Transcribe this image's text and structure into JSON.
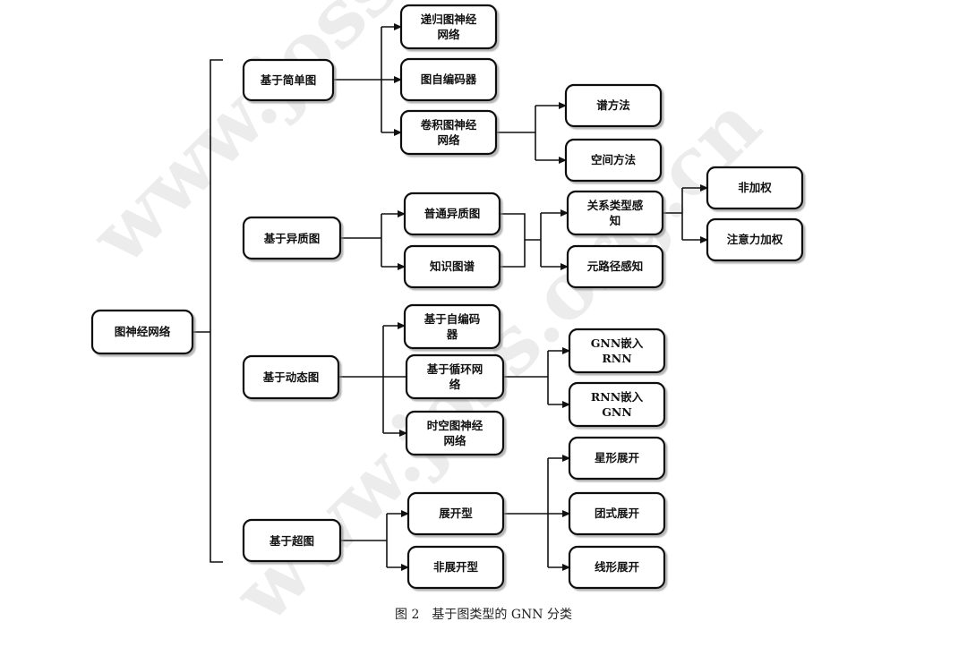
{
  "watermark": "www.joss.org.cn",
  "caption": "图 2　基于图类型的 GNN 分类",
  "nodes": {
    "root": "图神经网络",
    "simple": "基于简单图",
    "heterogeneous": "基于异质图",
    "dynamic": "基于动态图",
    "hyper": "基于超图",
    "recursive_gnn": [
      "递归图神经",
      "网络"
    ],
    "graph_autoencoder": "图自编码器",
    "conv_gnn": [
      "卷积图神经",
      "网络"
    ],
    "spectral": "谱方法",
    "spatial": "空间方法",
    "ordinary_hetero": "普通异质图",
    "knowledge_graph": "知识图谱",
    "relation_aware": [
      "关系类型感",
      "知"
    ],
    "metapath_aware": "元路径感知",
    "unweighted": "非加权",
    "attention_weighted": "注意力加权",
    "dyn_autoencoder": [
      "基于自编码",
      "器"
    ],
    "dyn_rnn": [
      "基于循环网",
      "络"
    ],
    "spatiotemporal": [
      "时空图神经",
      "网络"
    ],
    "gnn_in_rnn": [
      "GNN嵌入",
      "RNN"
    ],
    "rnn_in_gnn": [
      "RNN嵌入",
      "GNN"
    ],
    "expansion": "展开型",
    "non_expansion": "非展开型",
    "star_expansion": "星形展开",
    "clique_expansion": "团式展开",
    "line_expansion": "线形展开"
  }
}
